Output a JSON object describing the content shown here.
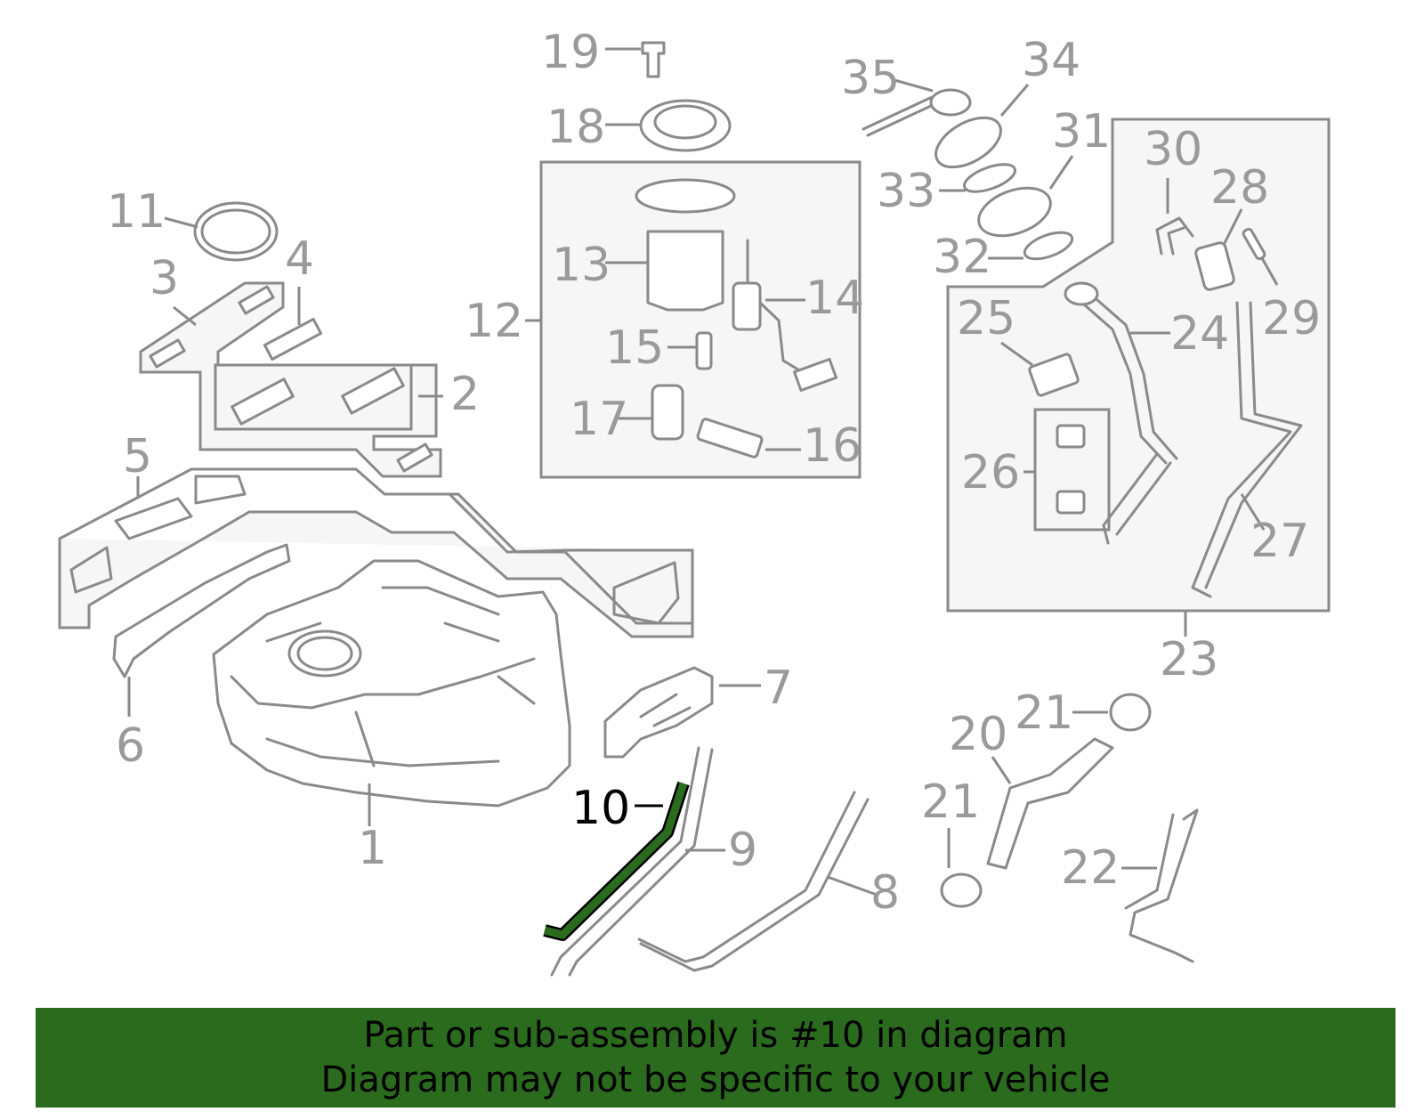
{
  "callouts": {
    "c1": "1",
    "c2": "2",
    "c3": "3",
    "c4": "4",
    "c5": "5",
    "c6": "6",
    "c7": "7",
    "c8": "8",
    "c9": "9",
    "c10": "10",
    "c11": "11",
    "c12": "12",
    "c13": "13",
    "c14": "14",
    "c15": "15",
    "c16": "16",
    "c17": "17",
    "c18": "18",
    "c19": "19",
    "c20": "20",
    "c21a": "21",
    "c21b": "21",
    "c22": "22",
    "c23": "23",
    "c24": "24",
    "c25": "25",
    "c26": "26",
    "c27": "27",
    "c28": "28",
    "c29": "29",
    "c30": "30",
    "c31": "31",
    "c32": "32",
    "c33": "33",
    "c34": "34",
    "c35": "35"
  },
  "highlight": {
    "part": "10",
    "color": "#2a6b1e"
  },
  "banner": {
    "line1": "Part or sub-assembly is #10 in diagram",
    "line2": "Diagram may not be specific to your vehicle",
    "background": "#2a6b1e"
  }
}
